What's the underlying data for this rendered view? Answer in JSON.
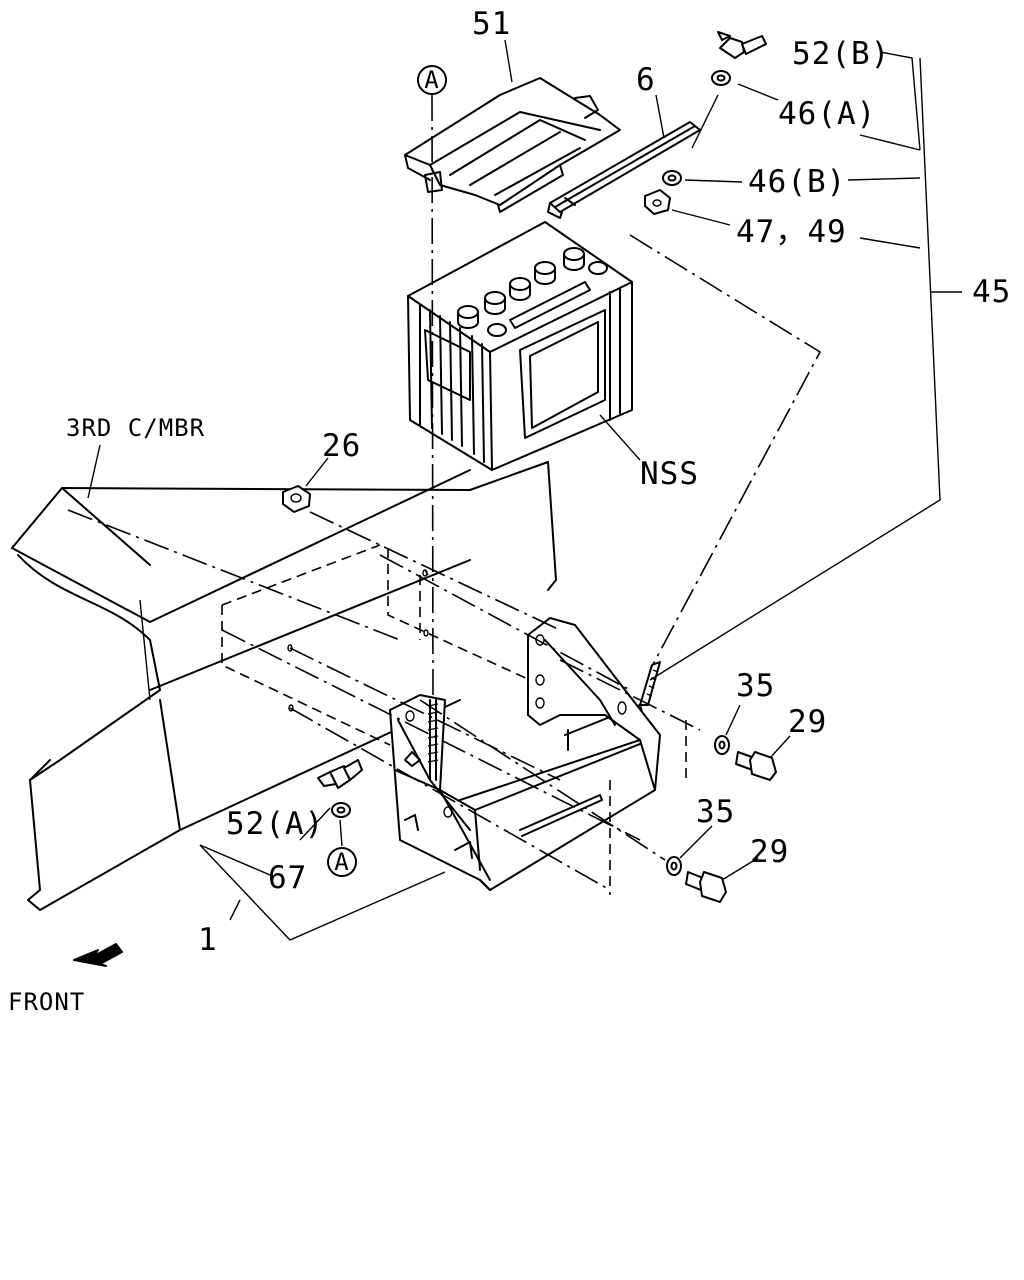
{
  "diagram": {
    "labels": {
      "p51": "51",
      "p6": "6",
      "p52b": "52(B)",
      "p46a": "46(A)",
      "p46b": "46(B)",
      "p4749": "47，49",
      "p45": "45",
      "nss": "NSS",
      "member": "3RD C/MBR",
      "p26": "26",
      "p35a": "35",
      "p29a": "29",
      "p35b": "35",
      "p29b": "29",
      "p52a": "52(A)",
      "p67": "67",
      "p1": "1",
      "front": "FRONT",
      "refA_top": "A",
      "refA_bottom": "A"
    },
    "colors": {
      "ink": "#000000",
      "paper": "#ffffff"
    },
    "icons": [
      "front-arrow-icon",
      "wing-nut-icon",
      "washer-icon",
      "bolt-icon",
      "hex-nut-icon"
    ]
  }
}
